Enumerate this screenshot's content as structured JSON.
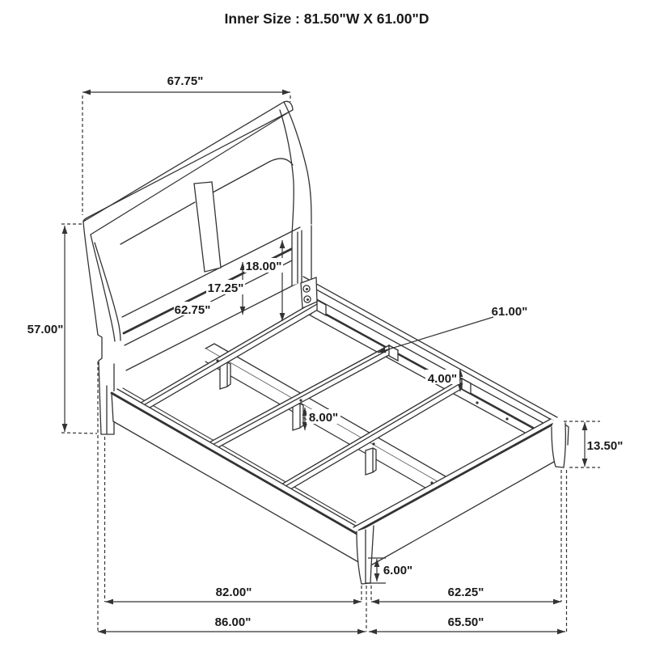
{
  "title": "Inner Size : 81.50\"W X 61.00\"D",
  "dims": {
    "headboard_width": "67.75\"",
    "headboard_height": "57.00\"",
    "panel_height_right": "18.00\"",
    "panel_height_left": "17.25\"",
    "headboard_rail_width": "62.75\"",
    "slat_length": "61.00\"",
    "slat_height": "4.00\"",
    "support_leg_height": "8.00\"",
    "footboard_height": "13.50\"",
    "front_leg_height": "6.00\"",
    "inner_length": "82.00\"",
    "foot_inner_width": "62.25\"",
    "outer_length": "86.00\"",
    "foot_outer_width": "65.50\""
  }
}
